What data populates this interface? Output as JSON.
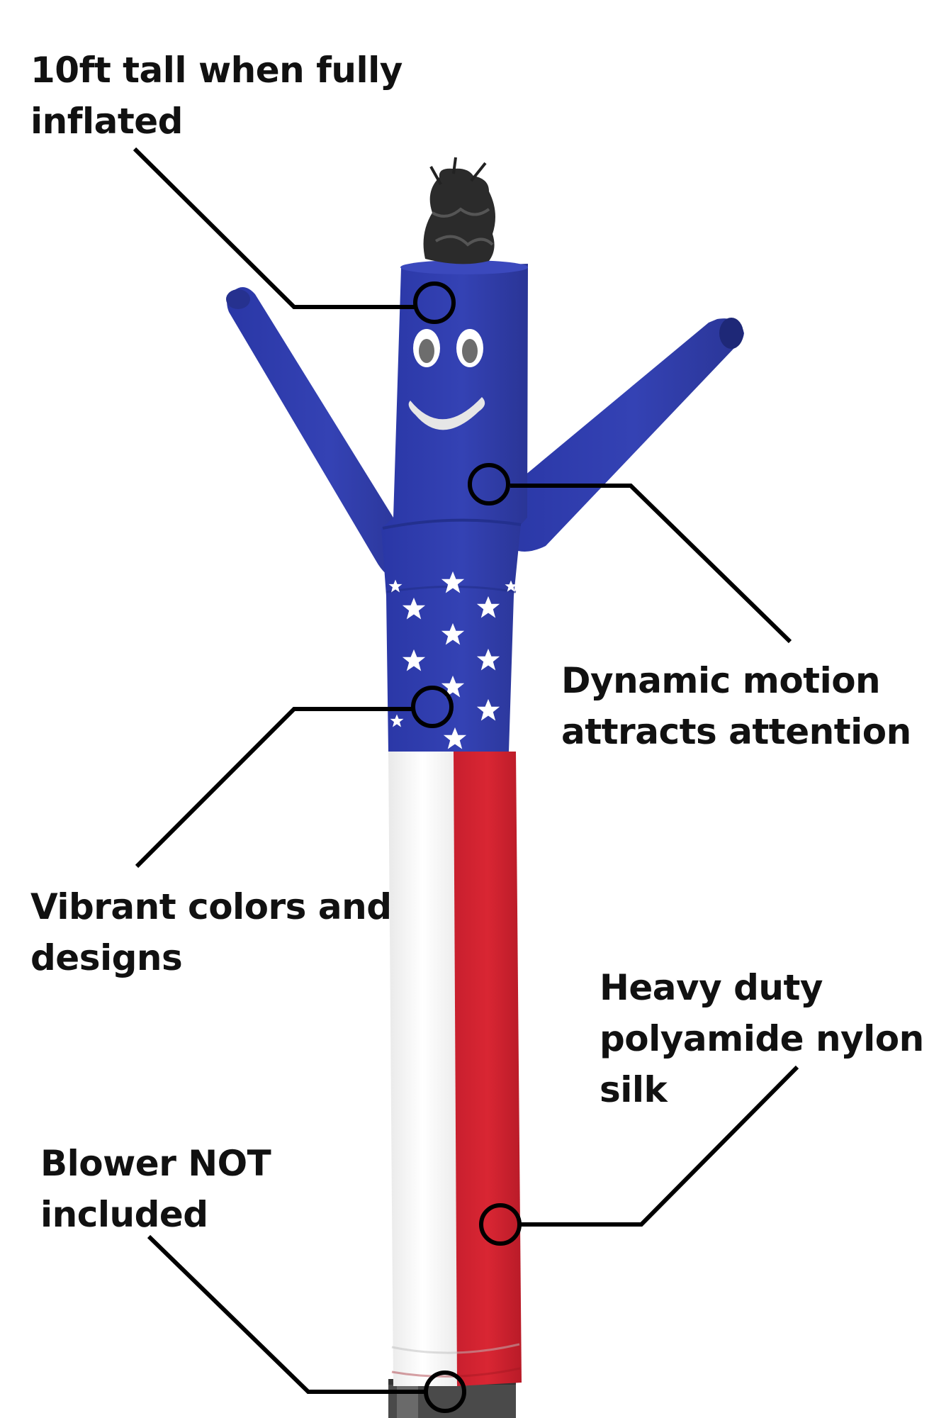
{
  "callouts": {
    "tall": {
      "line1": "10ft tall when fully",
      "line2": "inflated"
    },
    "motion": {
      "line1": "Dynamic motion",
      "line2": "attracts attention"
    },
    "colors": {
      "line1": "Vibrant colors and",
      "line2": "designs"
    },
    "nylon": {
      "line1": "Heavy duty",
      "line2": "polyamide nylon",
      "line3": "silk"
    },
    "blower": {
      "line1": "Blower NOT",
      "line2": "included"
    }
  },
  "colors": {
    "flag_blue": "#2f3fae",
    "flag_red": "#d2232f",
    "flag_white": "#f4f4f4",
    "leader_line": "#000000",
    "text": "#111111"
  },
  "icons": [
    "star-icon",
    "callout-marker-icon"
  ]
}
